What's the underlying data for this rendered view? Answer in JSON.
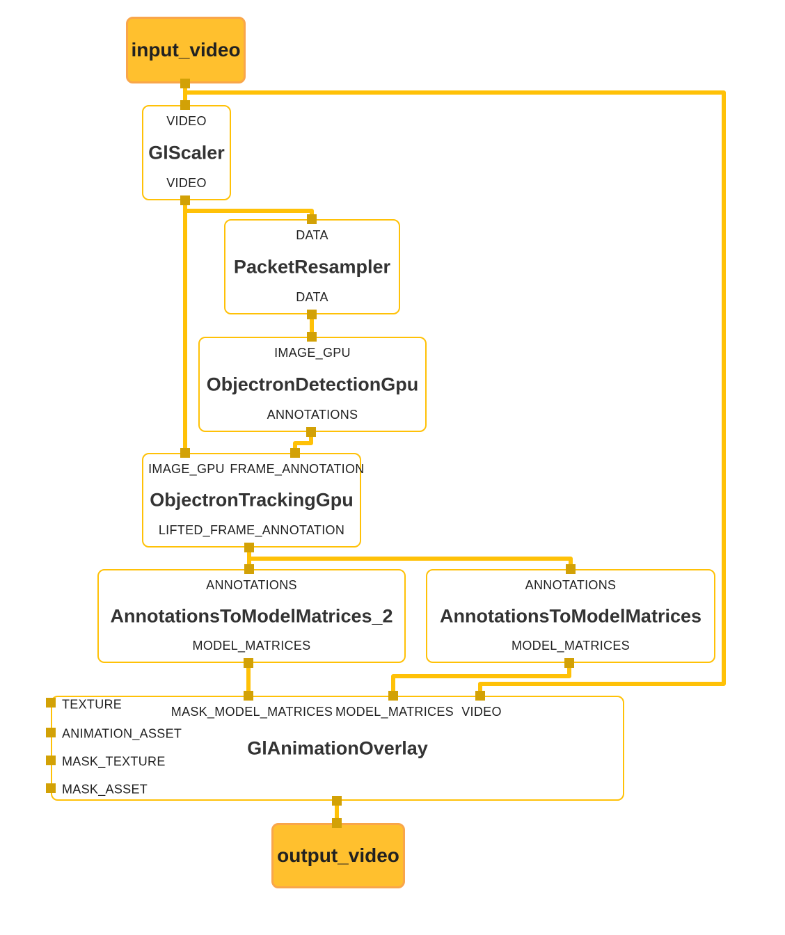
{
  "colors": {
    "edge": "#FFC107",
    "port": "#D2A106",
    "node_border": "#FFC107",
    "io_fill": "#FFC02E",
    "io_border": "#F9A64A",
    "text_dark": "#212121",
    "text_title": "#333333",
    "background": "#FFFFFF"
  },
  "nodes": {
    "input_video": {
      "label": "input_video"
    },
    "gl_scaler": {
      "title": "GlScaler",
      "top_ports": [
        "VIDEO"
      ],
      "bottom_ports": [
        "VIDEO"
      ]
    },
    "packet_resampler": {
      "title": "PacketResampler",
      "top_ports": [
        "DATA"
      ],
      "bottom_ports": [
        "DATA"
      ]
    },
    "objectron_detection_gpu": {
      "title": "ObjectronDetectionGpu",
      "top_ports": [
        "IMAGE_GPU"
      ],
      "bottom_ports": [
        "ANNOTATIONS"
      ]
    },
    "objectron_tracking_gpu": {
      "title": "ObjectronTrackingGpu",
      "top_ports": [
        "IMAGE_GPU",
        "FRAME_ANNOTATION"
      ],
      "bottom_ports": [
        "LIFTED_FRAME_ANNOTATION"
      ]
    },
    "annotations_to_model_matrices_2": {
      "title": "AnnotationsToModelMatrices_2",
      "top_ports": [
        "ANNOTATIONS"
      ],
      "bottom_ports": [
        "MODEL_MATRICES"
      ]
    },
    "annotations_to_model_matrices": {
      "title": "AnnotationsToModelMatrices",
      "top_ports": [
        "ANNOTATIONS"
      ],
      "bottom_ports": [
        "MODEL_MATRICES"
      ]
    },
    "gl_animation_overlay": {
      "title": "GlAnimationOverlay",
      "top_ports": [
        "MASK_MODEL_MATRICES",
        "MODEL_MATRICES",
        "VIDEO"
      ],
      "left_ports": [
        "TEXTURE",
        "ANIMATION_ASSET",
        "MASK_TEXTURE",
        "MASK_ASSET"
      ]
    },
    "output_video": {
      "label": "output_video"
    }
  },
  "connections": [
    {
      "from": "input_video",
      "to": "GlScaler.VIDEO"
    },
    {
      "from": "input_video",
      "to": "GlAnimationOverlay.VIDEO"
    },
    {
      "from": "GlScaler.VIDEO",
      "to": "PacketResampler.DATA"
    },
    {
      "from": "GlScaler.VIDEO",
      "to": "ObjectronTrackingGpu.IMAGE_GPU"
    },
    {
      "from": "PacketResampler.DATA",
      "to": "ObjectronDetectionGpu.IMAGE_GPU"
    },
    {
      "from": "ObjectronDetectionGpu.ANNOTATIONS",
      "to": "ObjectronTrackingGpu.FRAME_ANNOTATION"
    },
    {
      "from": "ObjectronTrackingGpu.LIFTED_FRAME_ANNOTATION",
      "to": "AnnotationsToModelMatrices_2.ANNOTATIONS"
    },
    {
      "from": "ObjectronTrackingGpu.LIFTED_FRAME_ANNOTATION",
      "to": "AnnotationsToModelMatrices.ANNOTATIONS"
    },
    {
      "from": "AnnotationsToModelMatrices_2.MODEL_MATRICES",
      "to": "GlAnimationOverlay.MASK_MODEL_MATRICES"
    },
    {
      "from": "AnnotationsToModelMatrices.MODEL_MATRICES",
      "to": "GlAnimationOverlay.MODEL_MATRICES"
    },
    {
      "from": "GlAnimationOverlay",
      "to": "output_video"
    }
  ]
}
